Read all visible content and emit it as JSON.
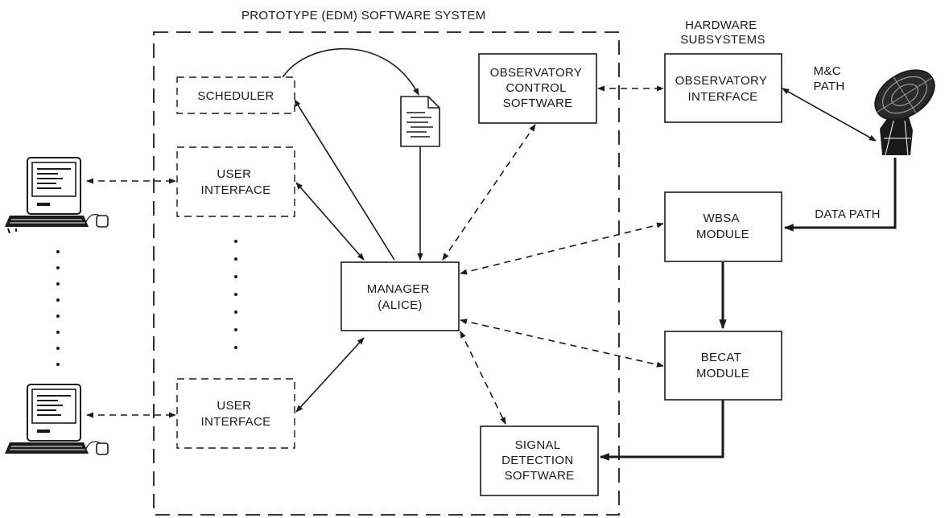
{
  "system_title": "PROTOTYPE (EDM) SOFTWARE SYSTEM",
  "hardware_title": [
    "HARDWARE",
    "SUBSYSTEMS"
  ],
  "boxes": {
    "scheduler": [
      "SCHEDULER"
    ],
    "user_interface_top": [
      "USER",
      "INTERFACE"
    ],
    "user_interface_bottom": [
      "USER",
      "INTERFACE"
    ],
    "manager": [
      "MANAGER",
      "(ALICE)"
    ],
    "observatory_control": [
      "OBSERVATORY",
      "CONTROL",
      "SOFTWARE"
    ],
    "signal_detection": [
      "SIGNAL",
      "DETECTION",
      "SOFTWARE"
    ],
    "observatory_interface": [
      "OBSERVATORY",
      "INTERFACE"
    ],
    "wbsa": [
      "WBSA",
      "MODULE"
    ],
    "becat": [
      "BECAT",
      "MODULE"
    ]
  },
  "path_labels": {
    "mc_path": [
      "M&C",
      "PATH"
    ],
    "data_path": "DATA PATH"
  },
  "icons": [
    "workstation-icon",
    "document-icon",
    "radio-telescope-icon"
  ]
}
